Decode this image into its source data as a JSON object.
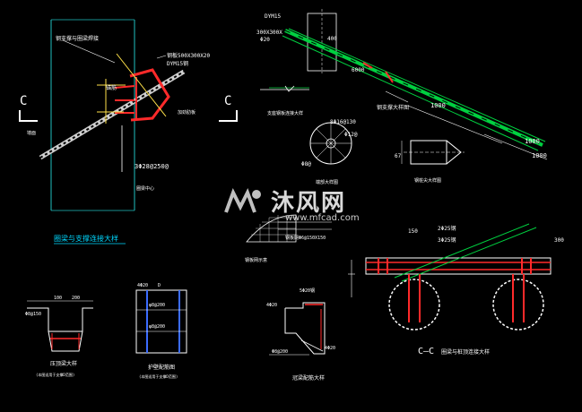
{
  "section_marks": {
    "left": "C",
    "right": "C",
    "cc_title": "C—C"
  },
  "drawing1": {
    "title": "圈梁与支撑连接大样",
    "labels": {
      "pipe": "钢支撑与圈梁焊接",
      "plate": "钢板500X300X20",
      "plate2": "DYM15钢",
      "anchor": "锚筋",
      "ring": "加劲肋板",
      "rebar": "3Φ28@250@",
      "face": "墙面",
      "axis": "圈梁中心"
    }
  },
  "drawing2": {
    "title": "钢支撑大样图",
    "labels": {
      "top_a": "DYM15",
      "top_b": "300X300X",
      "top_c": "Φ20",
      "top_d": "400",
      "len1": "1000",
      "len2": "1000",
      "len3": "1000",
      "mid_a": "6000",
      "small": "支座钢板连接大样"
    }
  },
  "drawing3": {
    "title": "端部大样图",
    "labels": {
      "a": "8Φ16@130",
      "b": "Φ12@",
      "c": "Φ8@"
    }
  },
  "drawing4": {
    "title": "钢桩尖大样图",
    "labels": {
      "a": "67"
    }
  },
  "drawing5": {
    "title": "钢板网示意",
    "labels": {
      "a": "钢板网Φ6@150X150"
    }
  },
  "drawing6": {
    "title": "圈梁与桩顶连接大样",
    "labels": {
      "a": "2Φ25钢",
      "b": "3Φ25钢",
      "c": "150",
      "d": "300"
    }
  },
  "drawing7": {
    "title": "压顶梁大样",
    "subtitle": "(本图适用于支撑D范围)",
    "labels": {
      "a": "Φ8@150",
      "b": "100",
      "c": "200"
    }
  },
  "drawing8": {
    "title": "护壁配筋图",
    "subtitle": "(本图适用于支撑D范围)",
    "labels": {
      "a": "4Φ20",
      "b": "D",
      "c": "φ8@200",
      "d": "φ8@200"
    }
  },
  "drawing9": {
    "title": "冠梁配筋大样",
    "labels": {
      "a": "5Φ20钢",
      "b": "4Φ20",
      "c": "4Φ20",
      "d": "Φ8@200"
    }
  },
  "watermark": {
    "brand": "沐风网",
    "url": "www.mfcad.com"
  },
  "colors": {
    "background": "#000000",
    "line": "#ffffff",
    "rebar": "#ff2a2a",
    "green": "#00d040",
    "cyan": "#00d8ff",
    "yellow": "#ffe24a",
    "blue": "#3b6cff"
  }
}
